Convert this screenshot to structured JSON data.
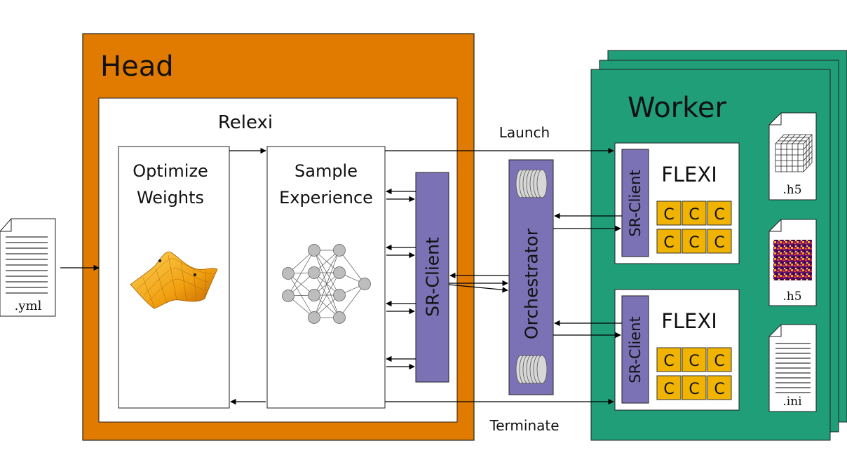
{
  "head": {
    "title": "Head",
    "color": "#e07b00"
  },
  "relexi": {
    "title": "Relexi"
  },
  "optimize": {
    "line1": "Optimize",
    "line2": "Weights"
  },
  "sample": {
    "line1": "Sample",
    "line2": "Experience"
  },
  "sr_client": {
    "label": "SR-Client",
    "color": "#7b72b5"
  },
  "orchestrator": {
    "label": "Orchestrator",
    "color": "#7b72b5"
  },
  "worker": {
    "title": "Worker",
    "color": "#1f9e78"
  },
  "flexi": {
    "label": "FLEXI"
  },
  "core": {
    "label": "C",
    "color": "#f0b400"
  },
  "arrows": {
    "launch": "Launch",
    "terminate": "Terminate"
  },
  "files": {
    "input": ".yml",
    "mesh": ".h5",
    "field": ".h5",
    "params": ".ini"
  },
  "icons": {
    "surface": "surface-plot-icon",
    "network": "neural-network-icon",
    "database": "database-icon",
    "mesh": "mesh-cube-icon",
    "field": "noise-field-icon",
    "document": "document-icon"
  }
}
